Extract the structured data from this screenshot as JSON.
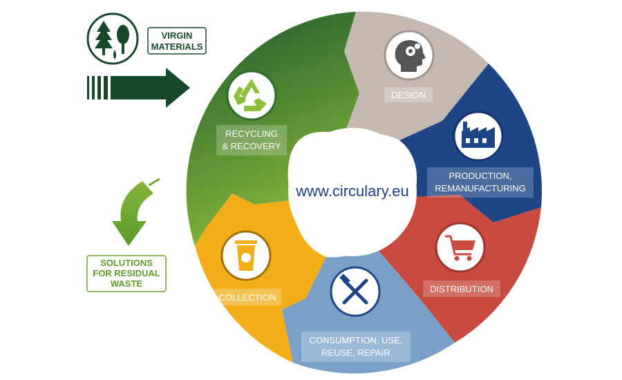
{
  "center_text": "www.circulary.eu",
  "colors": {
    "recycling": "#3f8a2c",
    "design": "#c4b9b1",
    "production": "#1e4586",
    "distribution": "#c84a3e",
    "consumption": "#7aa0c8",
    "collection": "#f2ad18",
    "dark_green": "#17482a",
    "light_green": "#7aad32"
  },
  "segments": {
    "recycling": {
      "line1": "RECYCLING",
      "line2": "& RECOVERY",
      "icon": "recycle-icon"
    },
    "design": {
      "line1": "DESIGN",
      "icon": "head-gears-icon"
    },
    "production": {
      "line1": "PRODUCTION,",
      "line2": "REMANUFACTURING",
      "icon": "factory-icon"
    },
    "distribution": {
      "line1": "DISTRIBUTION",
      "icon": "shopping-cart-icon"
    },
    "consumption": {
      "line1": "CONSUMPTION, USE,",
      "line2": "REUSE, REPAIR",
      "icon": "tools-icon"
    },
    "collection": {
      "line1": "COLLECTION",
      "icon": "recycle-bin-icon"
    }
  },
  "virgin_materials": {
    "line1": "VIRGIN",
    "line2": "MATERIALS",
    "icon": "trees-icon"
  },
  "residual_waste": {
    "line1": "SOLUTIONS",
    "line2": "FOR RESIDUAL",
    "line3": "WASTE"
  }
}
